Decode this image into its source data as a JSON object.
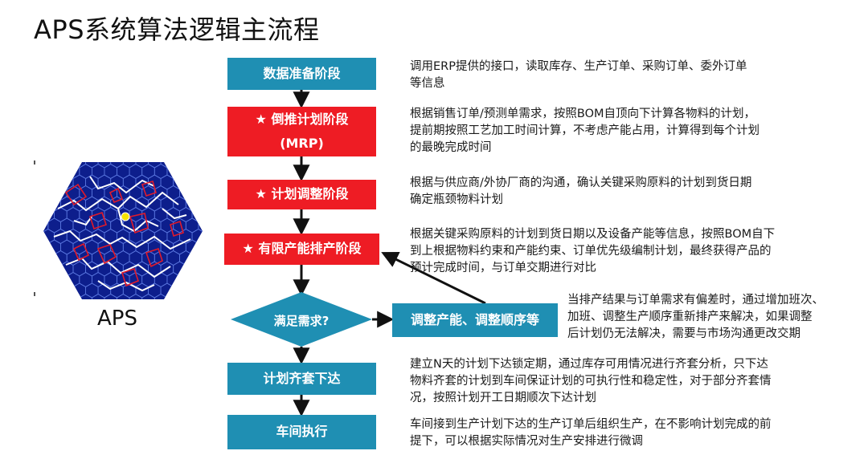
{
  "title": "APS系统算法逻辑主流程",
  "logo": {
    "label": "APS",
    "icon": "hexagon-maze-icon"
  },
  "stages": [
    {
      "label": "数据准备阶段",
      "color": "#1f8fb3"
    },
    {
      "label": "★ 倒推计划阶段\n(MRP)",
      "color": "#ee1c24"
    },
    {
      "label": "★ 计划调整阶段",
      "color": "#ee1c24"
    },
    {
      "label": "★ 有限产能排产阶段",
      "color": "#ee1c24"
    },
    {
      "label": "计划齐套下达",
      "color": "#1f8fb3"
    },
    {
      "label": "车间执行",
      "color": "#1f8fb3"
    }
  ],
  "decision": {
    "label": "满足需求?",
    "color": "#1f8fb3"
  },
  "adjust_box": {
    "label": "调整产能、调整顺序等",
    "color": "#1f8fb3"
  },
  "descriptions": [
    "调用ERP提供的接口，读取库存、生产订单、采购订单、委外订单\n等信息",
    "根据销售订单/预测单需求，按照BOM自顶向下计算各物料的计划，\n提前期按照工艺加工时间计算，不考虑产能占用，计算得到每个计划\n的最晚完成时间",
    "根据与供应商/外协厂商的沟通，确认关键采购原料的计划到货日期\n确定瓶颈物料计划",
    "根据关键采购原料的计划到货日期以及设备产能等信息，按照BOM自下\n到上根据物料约束和产能约束、订单优先级编制计划，最终获得产品的\n预计完成时间，与订单交期进行对比",
    "当排产结果与订单需求有偏差时，通过增加班次、\n加班、调整生产顺序重新排产来解决，如果调整\n后计划仍无法解决，需要与市场沟通更改交期",
    "建立N天的计划下达锁定期，通过库存可用情况进行齐套分析，只下达\n物料齐套的计划到车间保证计划的可执行性和稳定性，对于部分齐套情\n况，按照计划开工日期顺次下达计划",
    "车间接到生产计划下达的生产订单后组织生产，在不影响计划完成的前\n提下，可以根据实际情况对生产安排进行微调"
  ]
}
